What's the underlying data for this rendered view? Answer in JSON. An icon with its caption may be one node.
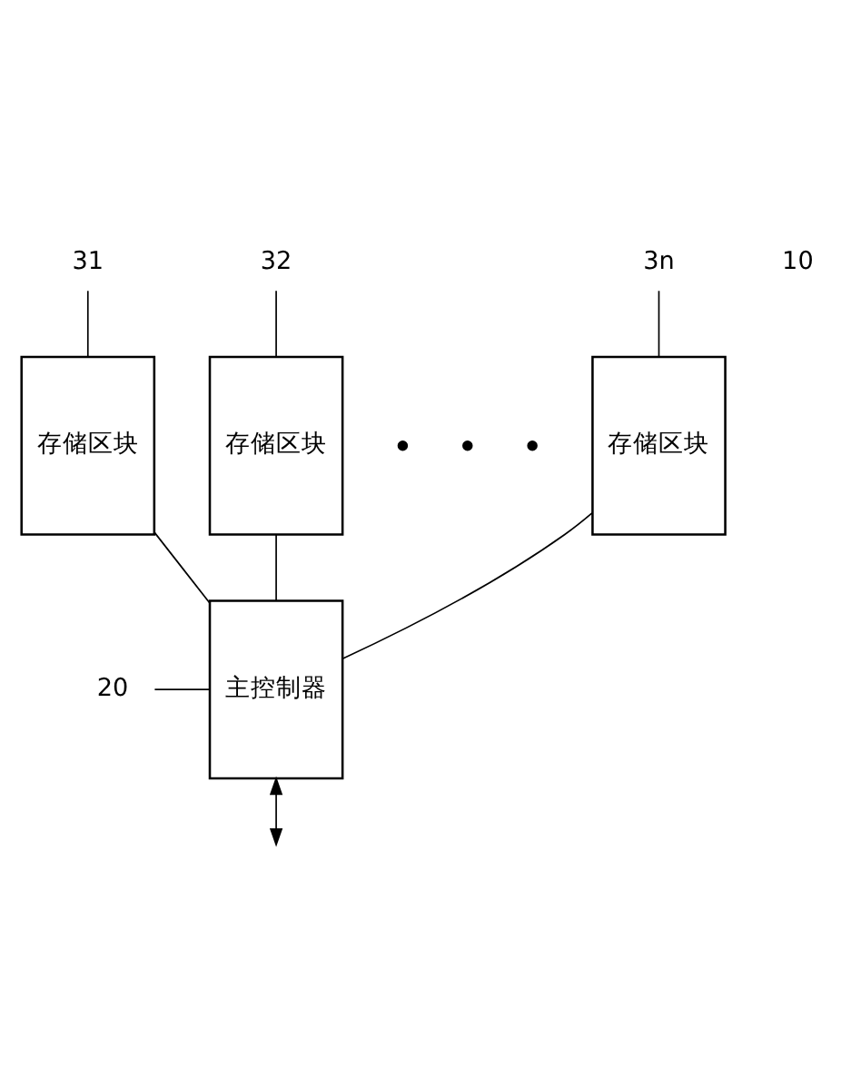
{
  "diagram": {
    "nodes": [
      {
        "text": [
          "31"
        ]
      },
      {
        "text": [
          "存储区块"
        ]
      },
      {
        "text": [
          "32"
        ]
      },
      {
        "text": [
          "存储区块"
        ]
      },
      {
        "text": [
          "3n"
        ]
      },
      {
        "text": [
          "存储区块"
        ]
      },
      {
        "text": [
          "20"
        ]
      },
      {
        "text": [
          "主控制器"
        ]
      }
    ],
    "edges": [
      {
        "from": 0,
        "to": 1,
        "arrow": "none"
      },
      {
        "from": 2,
        "to": 3,
        "arrow": "none"
      },
      {
        "from": 4,
        "to": 5,
        "arrow": "none"
      },
      {
        "from": 1,
        "to": 7,
        "arrow": "none"
      },
      {
        "from": 3,
        "to": 7,
        "arrow": "none"
      },
      {
        "from": 5,
        "to": 7,
        "arrow": "none"
      },
      {
        "from": 6,
        "to": 7,
        "arrow": "none"
      },
      {
        "from": 7,
        "to": null,
        "arrow": "both"
      }
    ],
    "labels": [
      "10"
    ]
  }
}
